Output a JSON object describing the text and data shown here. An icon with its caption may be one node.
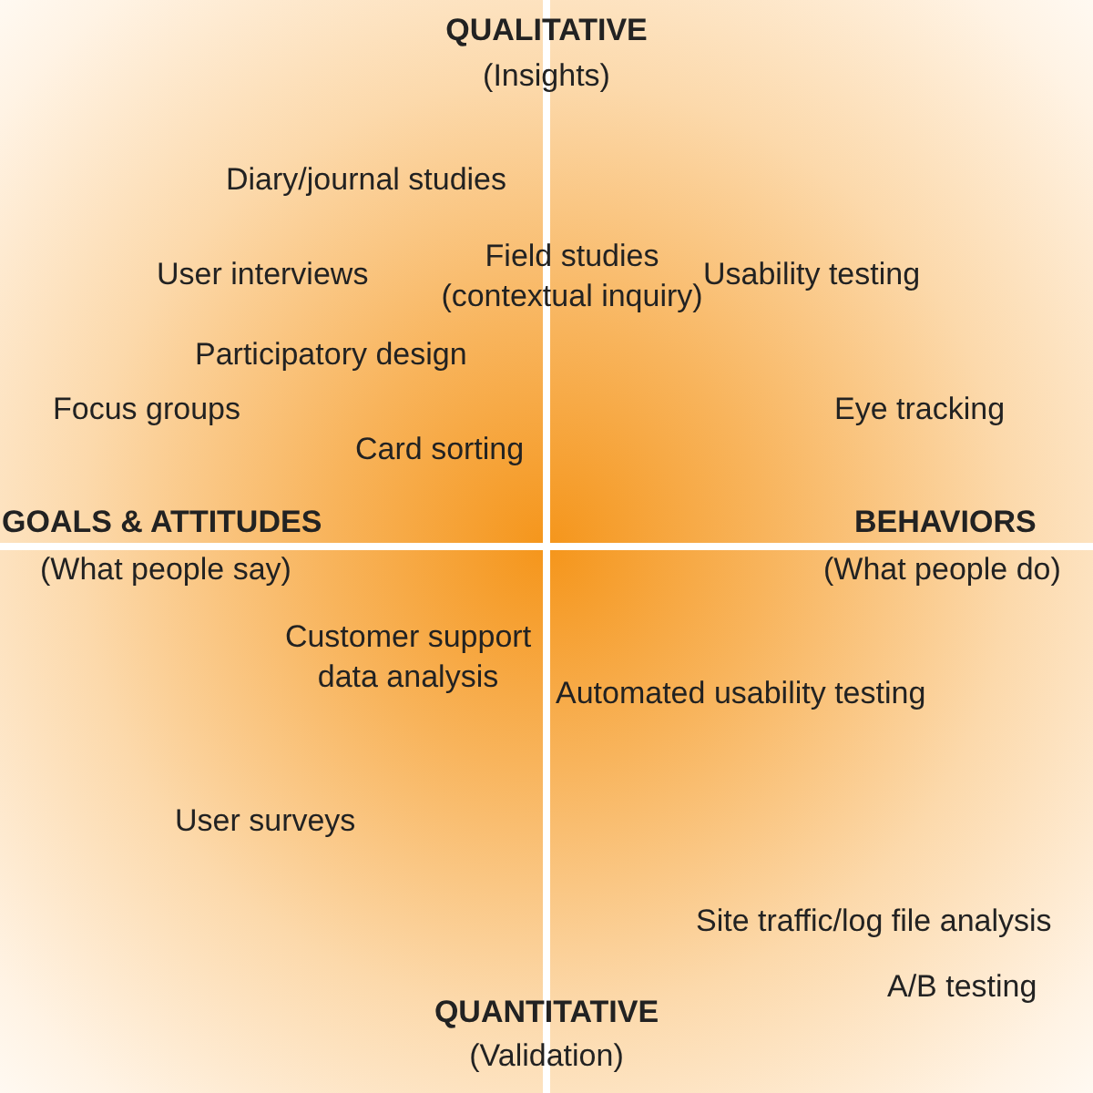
{
  "diagram": {
    "labels": [
      "QUALITATIVE",
      "(Insights)",
      "Diary/journal studies",
      "User interviews",
      "Field studies (contextual inquiry)",
      "Usability testing",
      "Participatory design",
      "Focus groups",
      "Eye tracking",
      "Card sorting",
      "GOALS & ATTITUDES",
      "BEHAVIORS",
      "(What people say)",
      "(What people do)",
      "Customer support data analysis",
      "Automated usability testing",
      "User surveys",
      "Site traffic/log file analysis",
      "A/B testing",
      "QUANTITATIVE",
      "(Validation)"
    ]
  }
}
